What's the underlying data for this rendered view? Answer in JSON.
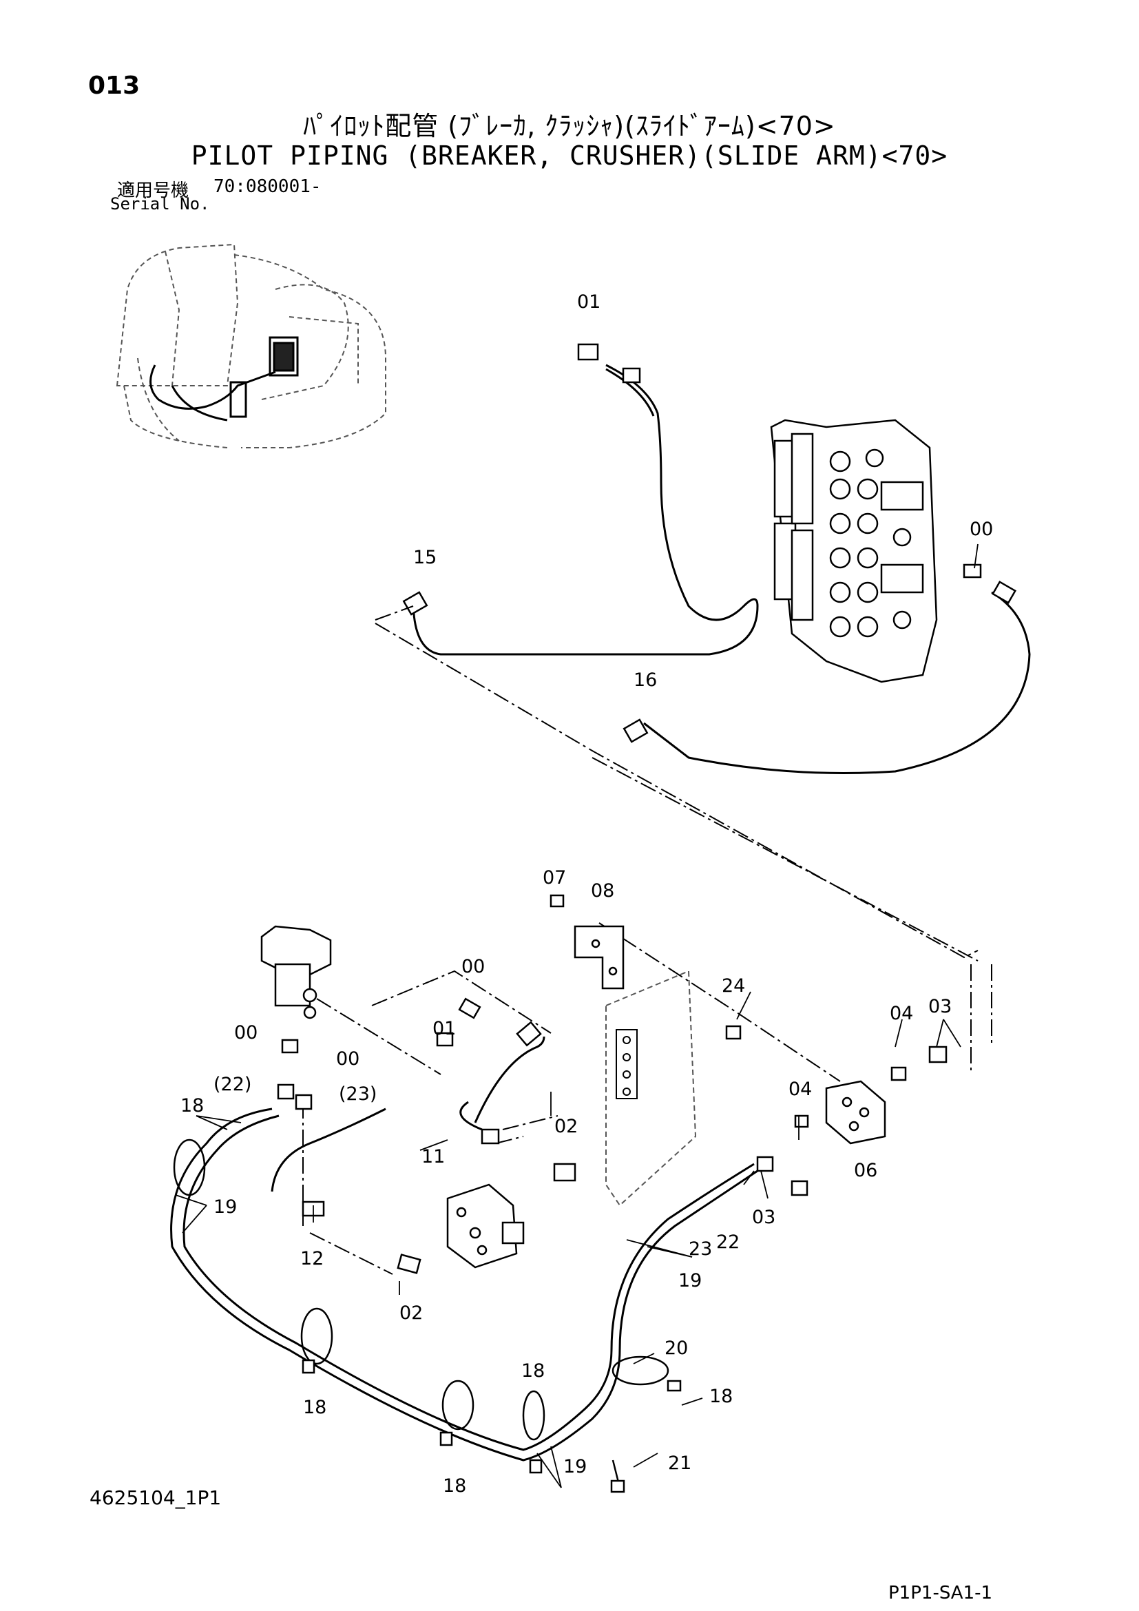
{
  "header": {
    "page_number": "013",
    "title_jp": "ﾊﾟｲﾛｯﾄ配管 (ﾌﾞﾚｰｶ, ｸﾗｯｼｬ)(ｽﾗｲﾄﾞｱｰﾑ)<70>",
    "title_en": "PILOT PIPING (BREAKER, CRUSHER)(SLIDE ARM)<70>",
    "serial_label_jp": "適用号機",
    "serial_code": "70:080001-",
    "serial_label_en": "Serial No."
  },
  "footer": {
    "document_id": "4625104_1P1",
    "page_code": "P1P1-SA1-1"
  },
  "callouts": [
    {
      "id": "c01",
      "text": "01"
    },
    {
      "id": "c00a",
      "text": "00"
    },
    {
      "id": "c15",
      "text": "15"
    },
    {
      "id": "c16",
      "text": "16"
    },
    {
      "id": "c07",
      "text": "07"
    },
    {
      "id": "c08",
      "text": "08"
    },
    {
      "id": "c00b",
      "text": "00"
    },
    {
      "id": "c24",
      "text": "24"
    },
    {
      "id": "c04a",
      "text": "04"
    },
    {
      "id": "c03a",
      "text": "03"
    },
    {
      "id": "c00c",
      "text": "00"
    },
    {
      "id": "c01b",
      "text": "01"
    },
    {
      "id": "c00d",
      "text": "00"
    },
    {
      "id": "c22p",
      "text": "(22)"
    },
    {
      "id": "c23p",
      "text": "(23)"
    },
    {
      "id": "c18a",
      "text": "18"
    },
    {
      "id": "c04b",
      "text": "04"
    },
    {
      "id": "c06",
      "text": "06"
    },
    {
      "id": "c02a",
      "text": "02"
    },
    {
      "id": "c11",
      "text": "11"
    },
    {
      "id": "c19a",
      "text": "19"
    },
    {
      "id": "c03b",
      "text": "03"
    },
    {
      "id": "c23",
      "text": "23"
    },
    {
      "id": "c22",
      "text": "22"
    },
    {
      "id": "c12",
      "text": "12"
    },
    {
      "id": "c02b",
      "text": "02"
    },
    {
      "id": "c19b",
      "text": "19"
    },
    {
      "id": "c20",
      "text": "20"
    },
    {
      "id": "c18b",
      "text": "18"
    },
    {
      "id": "c18c",
      "text": "18"
    },
    {
      "id": "c18d",
      "text": "18"
    },
    {
      "id": "c21",
      "text": "21"
    },
    {
      "id": "c19c",
      "text": "19"
    },
    {
      "id": "c18e",
      "text": "18"
    }
  ]
}
